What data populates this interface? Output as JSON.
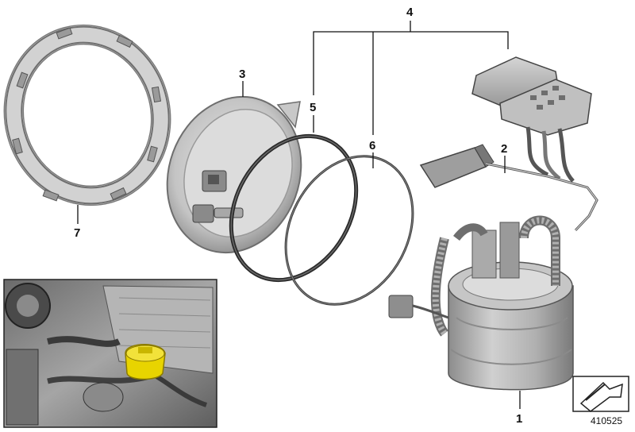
{
  "callouts": {
    "c1": "1",
    "c2": "2",
    "c3": "3",
    "c4": "4",
    "c5": "5",
    "c6": "6",
    "c7": "7"
  },
  "doc_number": "410525",
  "parts": [
    {
      "id": "1",
      "name": "fuel pump unit"
    },
    {
      "id": "2",
      "name": "level sensor"
    },
    {
      "id": "3",
      "name": "cover plate"
    },
    {
      "id": "4",
      "name": "connector set"
    },
    {
      "id": "5",
      "name": "seal ring"
    },
    {
      "id": "6",
      "name": "seal ring"
    },
    {
      "id": "7",
      "name": "retaining ring"
    }
  ],
  "colors": {
    "part_light": "#d9d9d9",
    "part_mid": "#a8a8a8",
    "part_dark": "#6e6e6e",
    "highlight": "#e8d400",
    "photo_bg": "#9a9a9a"
  },
  "icons": {
    "direction_arrow": "arrow-icon"
  }
}
